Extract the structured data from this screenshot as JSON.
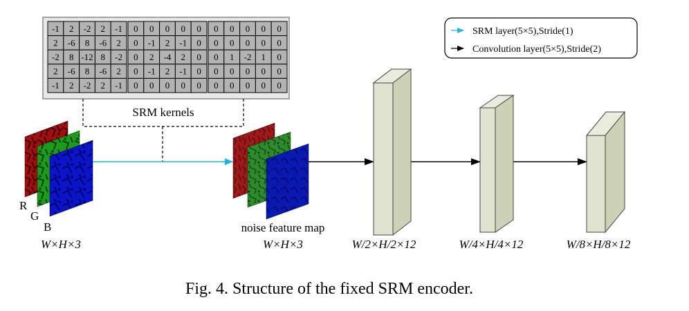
{
  "kernels": [
    [
      [
        "-1",
        "2",
        "-2",
        "2",
        "-1"
      ],
      [
        "2",
        "-6",
        "8",
        "-6",
        "2"
      ],
      [
        "-2",
        "8",
        "-12",
        "8",
        "-2"
      ],
      [
        "2",
        "-6",
        "8",
        "-6",
        "2"
      ],
      [
        "-1",
        "2",
        "-2",
        "2",
        "-1"
      ]
    ],
    [
      [
        "0",
        "0",
        "0",
        "0",
        "0"
      ],
      [
        "0",
        "-1",
        "2",
        "-1",
        "0"
      ],
      [
        "0",
        "2",
        "-4",
        "2",
        "0"
      ],
      [
        "0",
        "-1",
        "2",
        "-1",
        "0"
      ],
      [
        "0",
        "0",
        "0",
        "0",
        "0"
      ]
    ],
    [
      [
        "0",
        "0",
        "0",
        "0",
        "0"
      ],
      [
        "0",
        "0",
        "0",
        "0",
        "0"
      ],
      [
        "0",
        "1",
        "-2",
        "1",
        "0"
      ],
      [
        "0",
        "0",
        "0",
        "0",
        "0"
      ],
      [
        "0",
        "0",
        "0",
        "0",
        "0"
      ]
    ]
  ],
  "labels": {
    "srm_kernels": "SRM kernels",
    "channel_r": "R",
    "channel_g": "G",
    "channel_b": "B",
    "input_dims": "W×H×3",
    "noise_map": "noise feature map",
    "noise_dims": "W×H×3",
    "block1_dims": "W/2×H/2×12",
    "block2_dims": "W/4×H/4×12",
    "block3_dims": "W/8×H/8×12"
  },
  "legend": {
    "srm_layer": "SRM layer(5×5),Stride(1)",
    "conv_layer": "Convolution layer(5×5),Stride(2)"
  },
  "caption": "Fig. 4. Structure of the fixed SRM encoder.",
  "colors": {
    "srm_arrow": "#1fb4e6",
    "conv_arrow": "#000000",
    "block_front": "#dfe3cf",
    "block_top": "#e9ecdc",
    "block_side": "#cdd2b6",
    "kernel_cell": "#b3b3b3"
  }
}
